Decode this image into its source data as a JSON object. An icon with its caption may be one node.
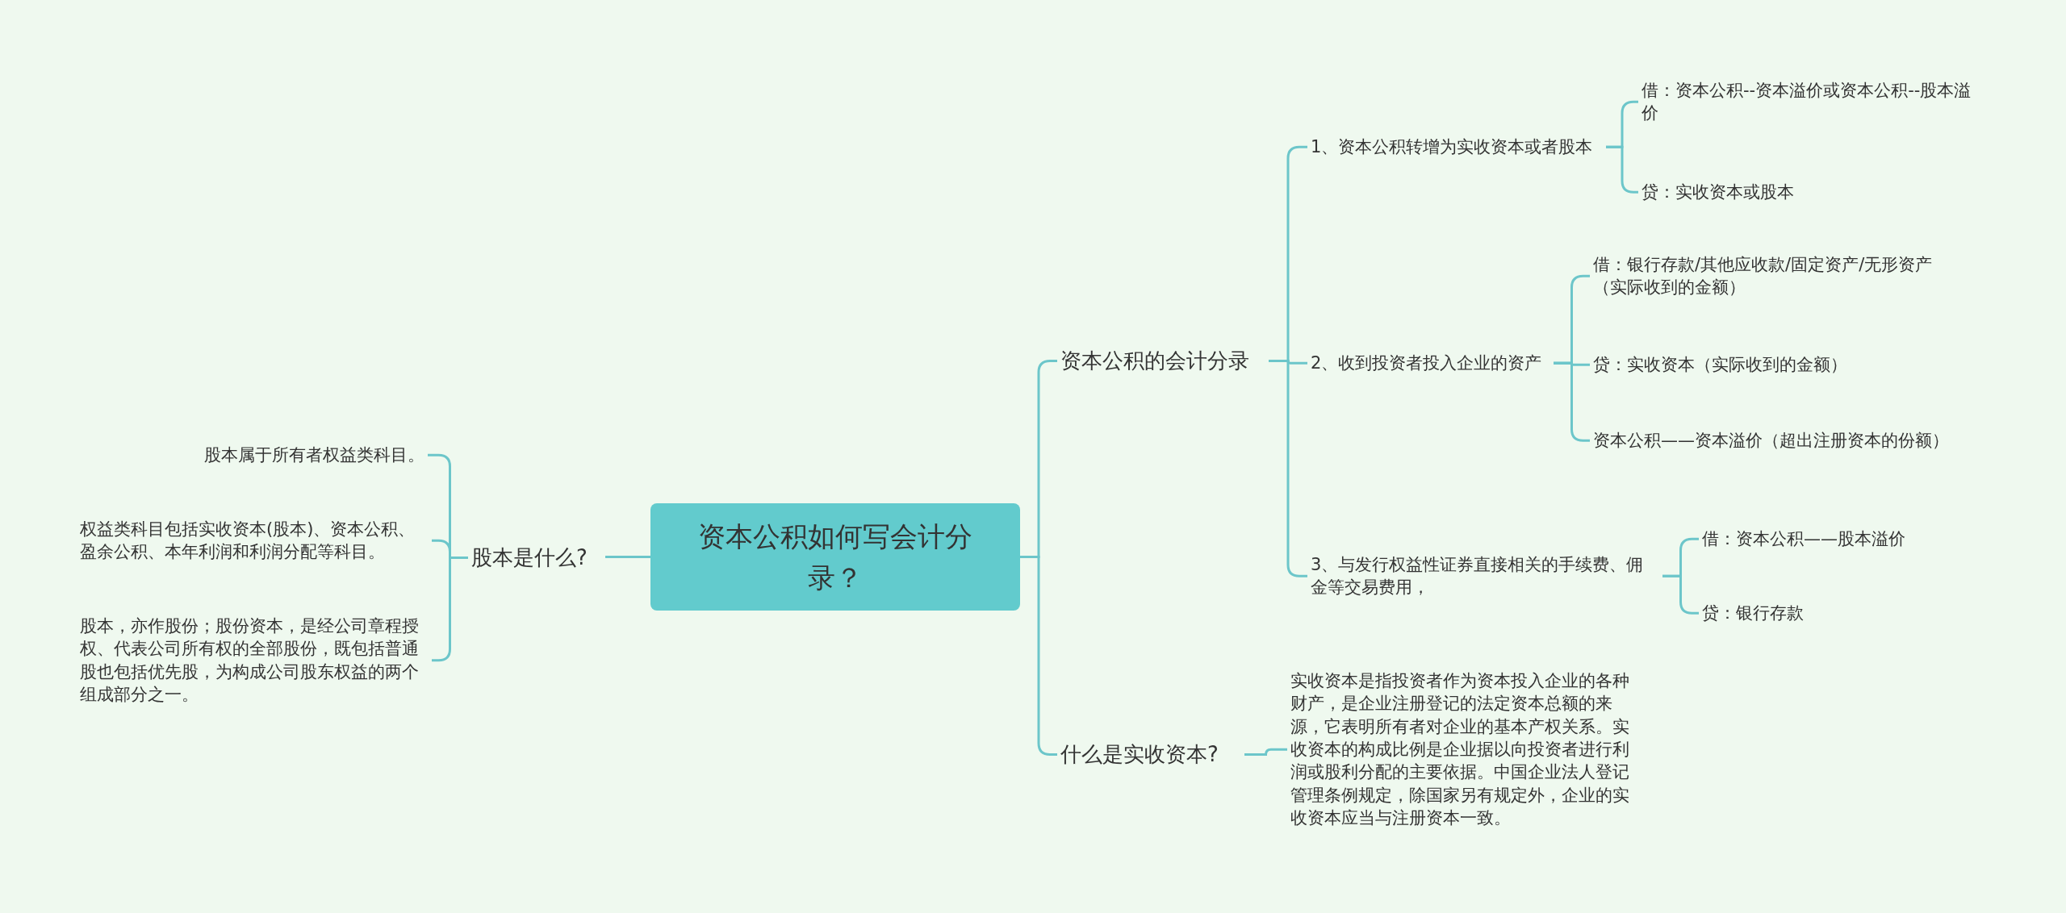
{
  "diagram": {
    "nodes": [
      {
        "text": [
          "资本公积如何写会计分录？"
        ]
      },
      {
        "text": [
          "股本是什么?"
        ]
      },
      {
        "text": [
          "股本属于所有者权益类科目。"
        ]
      },
      {
        "text": [
          "权益类科目包括实收资本(股本)、资本公积、盈余公积、本年利润和利润分配等科目。"
        ]
      },
      {
        "text": [
          "股本，亦作股份；股份资本，是经公司章程授权、代表公司所有权的全部股份，既包括普通股也包括优先股，为构成公司股东权益的两个组成部分之一。"
        ]
      },
      {
        "text": [
          "资本公积的会计分录"
        ]
      },
      {
        "text": [
          "1、资本公积转增为实收资本或者股本"
        ]
      },
      {
        "text": [
          "借：资本公积--资本溢价或资本公积--股本溢价"
        ]
      },
      {
        "text": [
          "贷：实收资本或股本"
        ]
      },
      {
        "text": [
          "2、收到投资者投入企业的资产"
        ]
      },
      {
        "text": [
          "借：银行存款/其他应收款/固定资产/无形资产（实际收到的金额）"
        ]
      },
      {
        "text": [
          "贷：实收资本（实际收到的金额）"
        ]
      },
      {
        "text": [
          "资本公积——资本溢价（超出注册资本的份额）"
        ]
      },
      {
        "text": [
          "3、与发行权益性证券直接相关的手续费、佣金等交易费用，"
        ]
      },
      {
        "text": [
          "借：资本公积——股本溢价"
        ]
      },
      {
        "text": [
          "贷：银行存款"
        ]
      },
      {
        "text": [
          "什么是实收资本?"
        ]
      },
      {
        "text": [
          "实收资本是指投资者作为资本投入企业的各种财产，是企业注册登记的法定资本总额的来源，它表明所有者对企业的基本产权关系。实收资本的构成比例是企业据以向投资者进行利润或股利分配的主要依据。中国企业法人登记管理条例规定，除国家另有规定外，企业的实收资本应当与注册资本一致。"
        ]
      }
    ],
    "edges": [
      {
        "from": 0,
        "to": 1,
        "arrow": "none"
      },
      {
        "from": 1,
        "to": 2,
        "arrow": "none"
      },
      {
        "from": 1,
        "to": 3,
        "arrow": "none"
      },
      {
        "from": 1,
        "to": 4,
        "arrow": "none"
      },
      {
        "from": 0,
        "to": 5,
        "arrow": "none"
      },
      {
        "from": 0,
        "to": 16,
        "arrow": "none"
      },
      {
        "from": 5,
        "to": 6,
        "arrow": "none"
      },
      {
        "from": 5,
        "to": 9,
        "arrow": "none"
      },
      {
        "from": 5,
        "to": 13,
        "arrow": "none"
      },
      {
        "from": 6,
        "to": 7,
        "arrow": "none"
      },
      {
        "from": 6,
        "to": 8,
        "arrow": "none"
      },
      {
        "from": 9,
        "to": 10,
        "arrow": "none"
      },
      {
        "from": 9,
        "to": 11,
        "arrow": "none"
      },
      {
        "from": 9,
        "to": 12,
        "arrow": "none"
      },
      {
        "from": 13,
        "to": 14,
        "arrow": "none"
      },
      {
        "from": 13,
        "to": 15,
        "arrow": "none"
      },
      {
        "from": 16,
        "to": 17,
        "arrow": "none"
      }
    ]
  }
}
